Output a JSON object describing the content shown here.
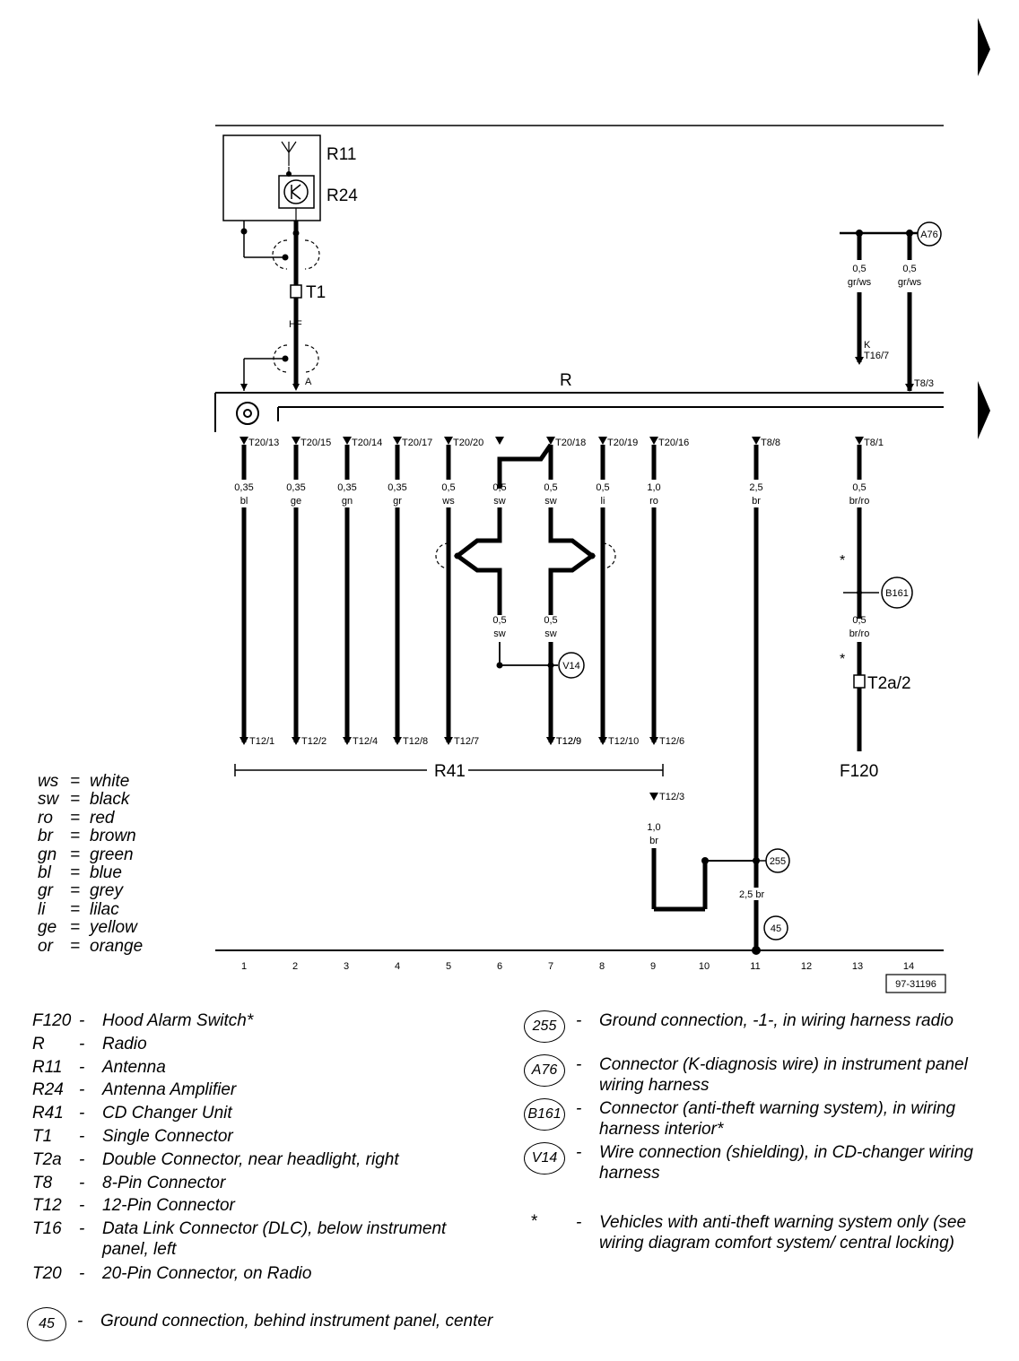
{
  "diagram_id": "97-31196",
  "components": {
    "r11": "R11",
    "r24": "R24",
    "t1": "T1",
    "radio_r": "R",
    "r41": "R41",
    "f120": "F120",
    "t2a": "T2a/2",
    "a76": "A76",
    "b161": "B161",
    "v14": "V14",
    "g255": "255",
    "g45": "45",
    "hf": "HF",
    "a_pin": "A",
    "k": "K"
  },
  "radio_pins": [
    "T20/13",
    "T20/15",
    "T20/14",
    "T20/17",
    "T20/20",
    "T20/18",
    "T20/19",
    "T20/16",
    "T8/8",
    "T8/1"
  ],
  "wire_specs": [
    {
      "size": "0,35",
      "color": "bl"
    },
    {
      "size": "0,35",
      "color": "ge"
    },
    {
      "size": "0,35",
      "color": "gn"
    },
    {
      "size": "0,35",
      "color": "gr"
    },
    {
      "size": "0,5",
      "color": "ws"
    },
    {
      "size": "0,5",
      "color": "sw"
    },
    {
      "size": "0,5",
      "color": "sw"
    },
    {
      "size": "0,5",
      "color": "li"
    },
    {
      "size": "1,0",
      "color": "ro"
    },
    {
      "size": "2,5",
      "color": "br"
    },
    {
      "size": "0,5",
      "color": "br/ro"
    }
  ],
  "cd_pins": [
    "T12/1",
    "T12/2",
    "T12/4",
    "T12/8",
    "T12/7",
    "T12/9",
    "T12/10",
    "T12/6",
    "T12/3"
  ],
  "extra_wires": {
    "a76_left": {
      "size": "0,5",
      "color": "gr/ws",
      "pin": "T16/7"
    },
    "a76_right": {
      "size": "0,5",
      "color": "gr/ws",
      "pin": "T8/3"
    },
    "v14_left": {
      "size": "0,5",
      "color": "sw"
    },
    "v14_right": {
      "size": "0,5",
      "color": "sw"
    },
    "b161_below": {
      "size": "0,5",
      "color": "br/ro"
    },
    "t12_3": {
      "size": "1,0",
      "color": "br"
    },
    "ground_trunk": {
      "size": "2,5",
      "color": "br"
    }
  },
  "asterisk": "*",
  "tracks": [
    "1",
    "2",
    "3",
    "4",
    "5",
    "6",
    "7",
    "8",
    "9",
    "10",
    "11",
    "12",
    "13",
    "14"
  ],
  "color_key": [
    {
      "code": "ws",
      "name": "white"
    },
    {
      "code": "sw",
      "name": "black"
    },
    {
      "code": "ro",
      "name": "red"
    },
    {
      "code": "br",
      "name": "brown"
    },
    {
      "code": "gn",
      "name": "green"
    },
    {
      "code": "bl",
      "name": "blue"
    },
    {
      "code": "gr",
      "name": "grey"
    },
    {
      "code": "li",
      "name": "lilac"
    },
    {
      "code": "ge",
      "name": "yellow"
    },
    {
      "code": "or",
      "name": "orange"
    }
  ],
  "legend_left": [
    {
      "code": "F120",
      "text": "Hood Alarm Switch*"
    },
    {
      "code": "R",
      "text": "Radio"
    },
    {
      "code": "R11",
      "text": "Antenna"
    },
    {
      "code": "R24",
      "text": "Antenna Amplifier"
    },
    {
      "code": "R41",
      "text": "CD Changer Unit"
    },
    {
      "code": "T1",
      "text": "Single Connector"
    },
    {
      "code": "T2a",
      "text": "Double Connector, near headlight, right"
    },
    {
      "code": "T8",
      "text": "8-Pin Connector"
    },
    {
      "code": "T12",
      "text": "12-Pin Connector"
    },
    {
      "code": "T16",
      "text": "Data Link Connector (DLC), below instrument panel, left"
    },
    {
      "code": "T20",
      "text": "20-Pin Connector, on Radio"
    }
  ],
  "legend_ground_45": {
    "code": "45",
    "text": "Ground connection, behind instrument panel, center"
  },
  "legend_right": [
    {
      "code": "255",
      "text": "Ground connection, -1-, in wiring harness radio"
    },
    {
      "code": "A76",
      "text": "Connector (K-diagnosis wire) in instrument panel wiring harness"
    },
    {
      "code": "B161",
      "text": "Connector (anti-theft warning system), in wiring harness interior*"
    },
    {
      "code": "V14",
      "text": "Wire connection (shielding), in CD-changer wiring harness"
    }
  ],
  "legend_note": {
    "code": "*",
    "text": "Vehicles with anti-theft warning system only (see wiring diagram comfort system/ central locking)"
  }
}
